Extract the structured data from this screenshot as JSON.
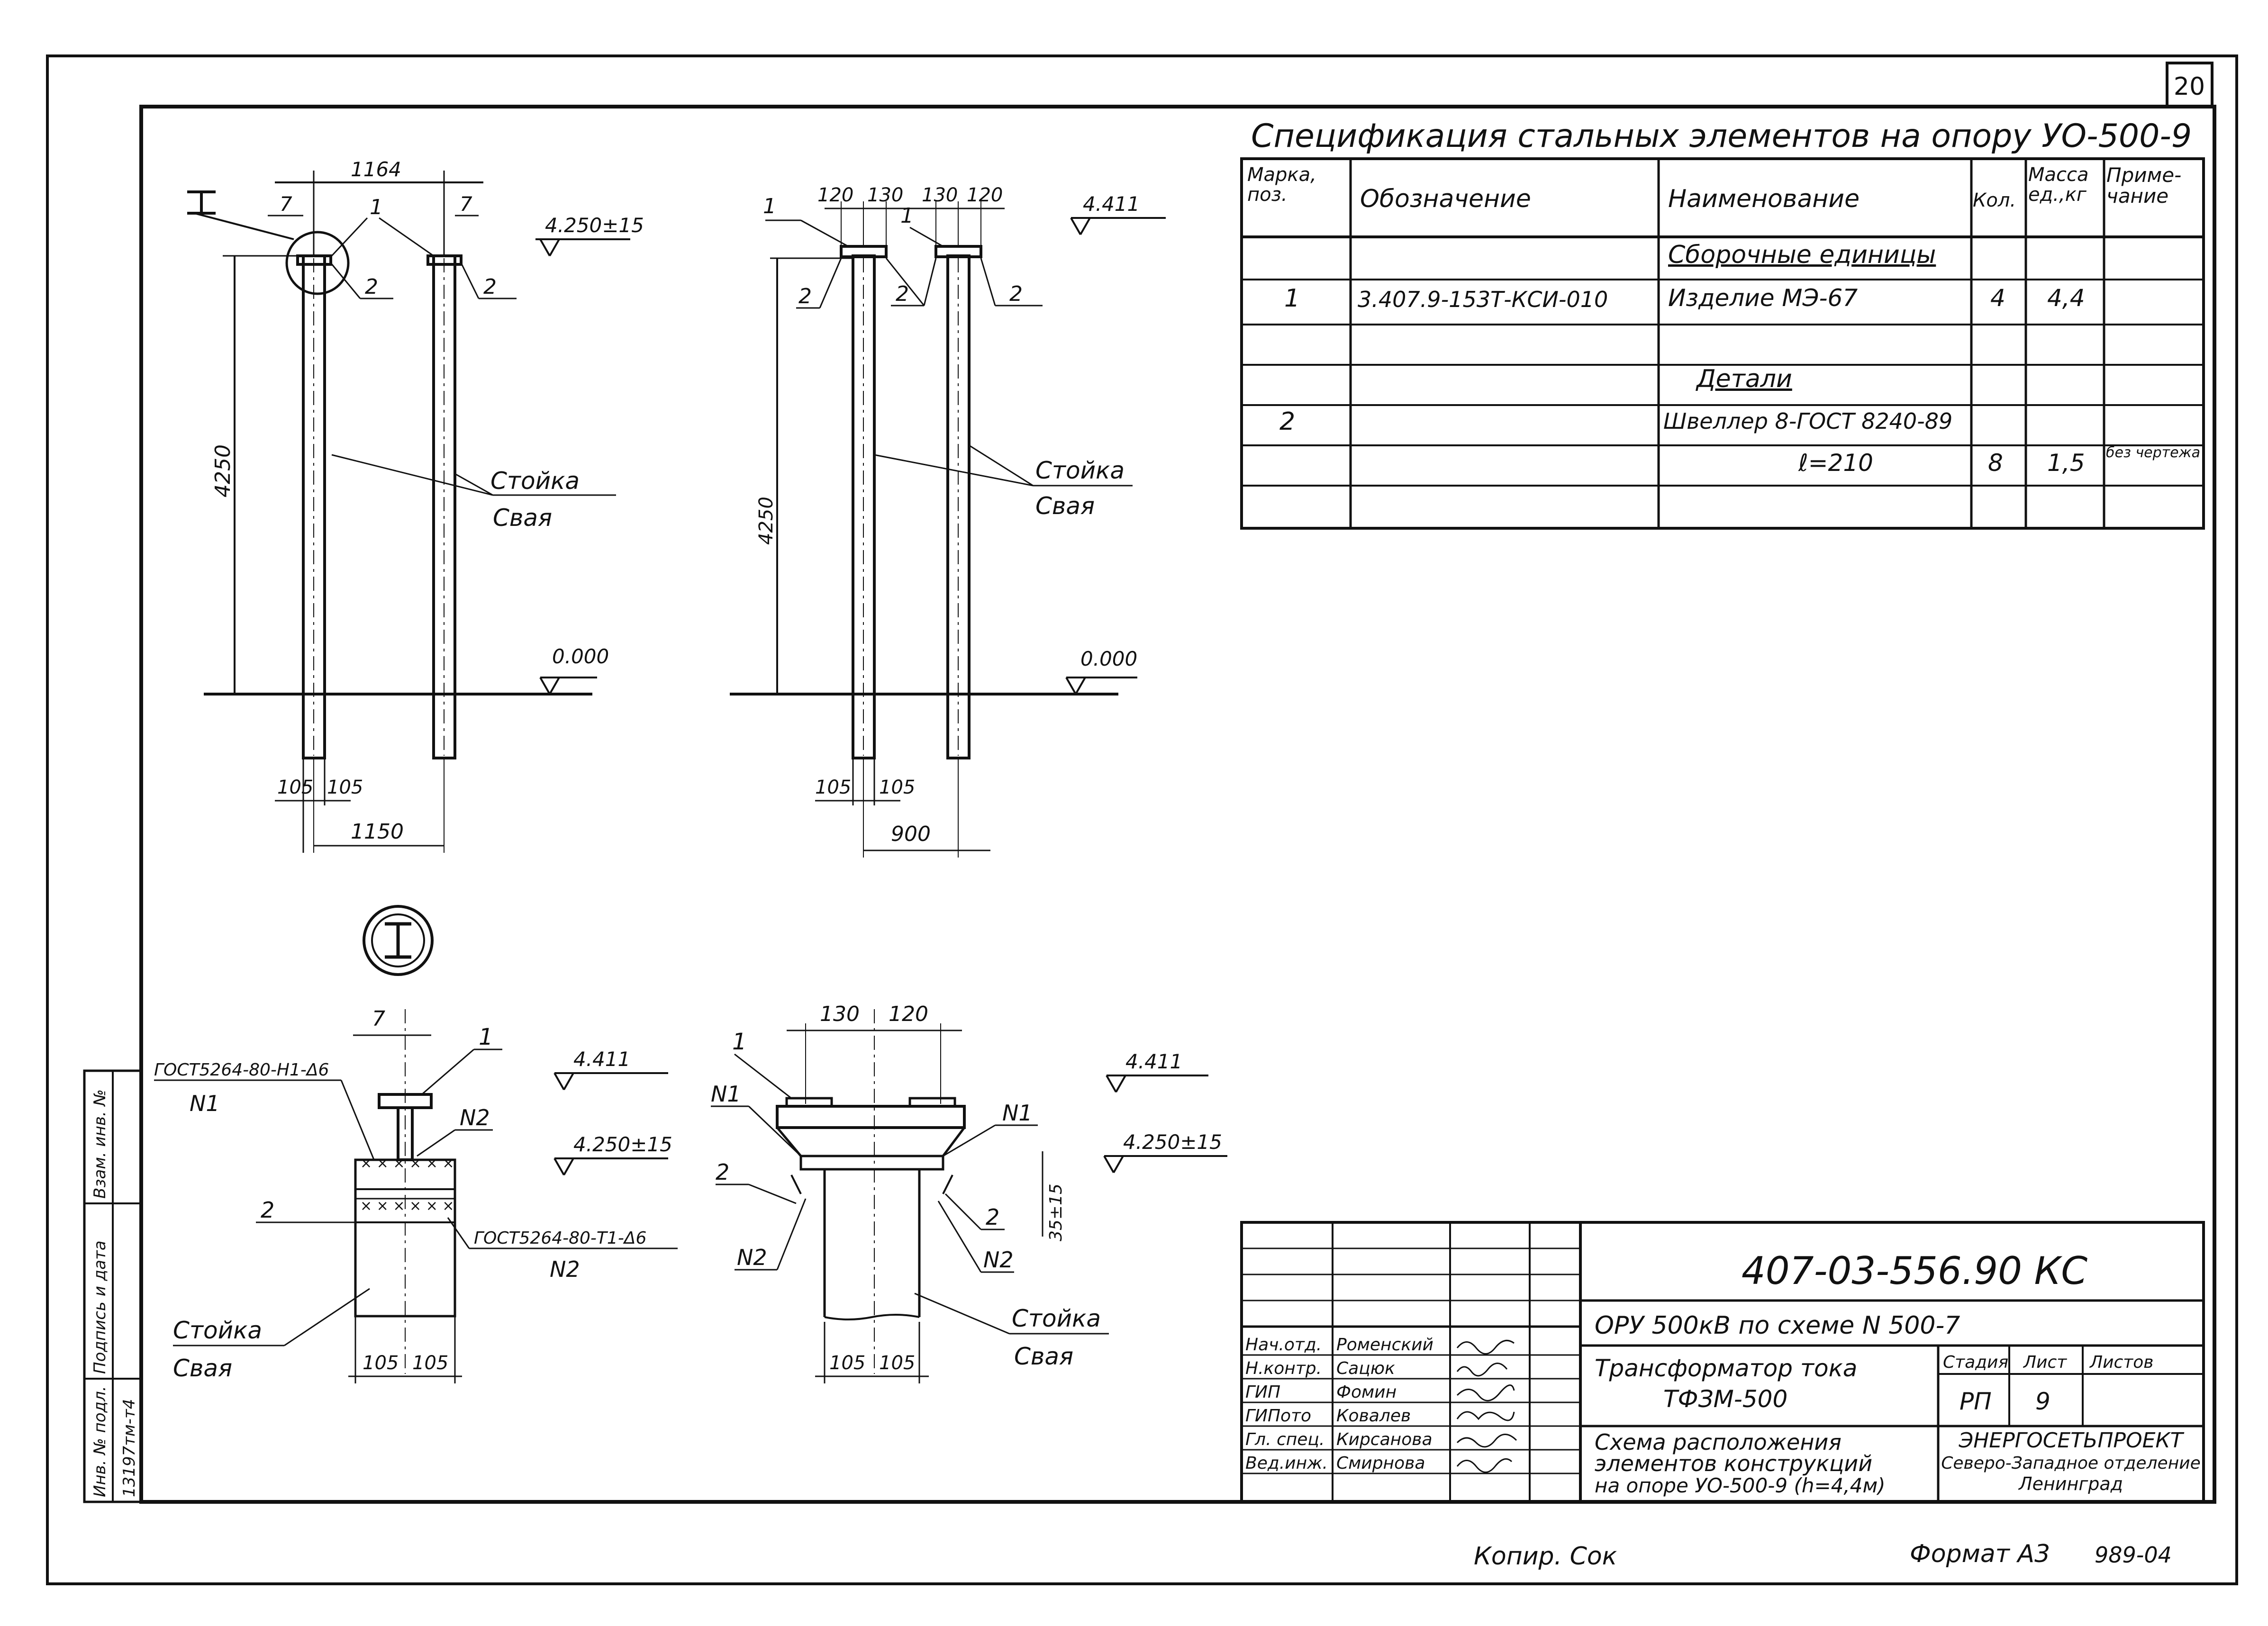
{
  "sheet_number": "20",
  "spec": {
    "title": "Спецификация стальных элементов на опору УО-500-9",
    "headers": {
      "mark": "Марка, поз.",
      "designation": "Обозначение",
      "name": "Наименование",
      "qty": "Кол.",
      "mass": "Масса ед.,кг",
      "note": "Приме- чание"
    },
    "section_assemblies": "Сборочные единицы",
    "row1": {
      "mark": "1",
      "designation": "3.407.9-153Т-КСИ-010",
      "name": "Изделие МЭ-67",
      "qty": "4",
      "mass": "4,4"
    },
    "section_details": "Детали",
    "row2": {
      "mark": "2",
      "name": "Швеллер 8-ГОСТ 8240-89",
      "length": "ℓ=210",
      "qty": "8",
      "mass": "1,5",
      "note": "без чертежа"
    }
  },
  "view_a": {
    "section_mark": "I",
    "dim_top": "1164",
    "dim_left_gap": "7",
    "dim_right_gap": "7",
    "pos1": "1",
    "pos2a": "2",
    "pos2b": "2",
    "level_top": "4.250±15",
    "dim_height": "4250",
    "label_post": "Стойка",
    "label_pile": "Свая",
    "level_ground": "0.000",
    "dim_w1": "105",
    "dim_w2": "105",
    "dim_spacing": "1150"
  },
  "view_b": {
    "dim_a": "120",
    "dim_b": "130",
    "dim_c": "130",
    "dim_d": "120",
    "pos1a": "1",
    "pos1b": "1",
    "pos2a": "2",
    "pos2b": "2",
    "pos2c": "2",
    "level_top": "4.411",
    "dim_height": "4250",
    "label_post": "Стойка",
    "label_pile": "Свая",
    "level_ground": "0.000",
    "dim_w1": "105",
    "dim_w2": "105",
    "dim_spacing": "900"
  },
  "detail_mark": "I",
  "detail_a": {
    "dim_top": "7",
    "pos1": "1",
    "weld1": "ГОСТ5264-80-Н1-Δ6",
    "n1": "N1",
    "n2_top": "N2",
    "level_top": "4.411",
    "level_mid": "4.250±15",
    "pos2": "2",
    "weld2": "ГОСТ5264-80-Т1-Δ6",
    "n2_bottom": "N2",
    "label_post": "Стойка",
    "label_pile": "Свая",
    "dim_w1": "105",
    "dim_w2": "105"
  },
  "detail_b": {
    "dim_a": "130",
    "dim_b": "120",
    "pos1": "1",
    "n1_left": "N1",
    "n1_right": "N1",
    "level_top": "4.411",
    "level_mid": "4.250±15",
    "pos2_left": "2",
    "pos2_right": "2",
    "dim_vert": "35±15",
    "n2_left": "N2",
    "n2_right": "N2",
    "label_post": "Стойка",
    "label_pile": "Свая",
    "dim_w1": "105",
    "dim_w2": "105"
  },
  "side_stamp": {
    "inv_subst": "Взам. инв. №",
    "sign_date": "Подпись и дата",
    "inv_orig": "Инв. № подл.",
    "inv_value": "13197тм-т4"
  },
  "title_block": {
    "code": "407-03-556.90 КС",
    "project": "ОРУ 500кВ по схеме N 500-7",
    "object_line1": "Трансформатор тока",
    "object_line2": "ТФЗМ-500",
    "sheet_title_line1": "Схема расположения",
    "sheet_title_line2": "элементов конструкций",
    "sheet_title_line3": "на опоре УО-500-9 (h=4,4м)",
    "stage_label": "Стадия",
    "sheet_label": "Лист",
    "sheets_label": "Листов",
    "stage_value": "РП",
    "sheet_value": "9",
    "org_line1": "ЭНЕРГОСЕТЬПРОЕКТ",
    "org_line2": "Северо-Западное отделение",
    "org_line3": "Ленинград",
    "people": [
      {
        "role": "Нач.отд.",
        "name": "Роменский"
      },
      {
        "role": "Н.контр.",
        "name": "Сацюк"
      },
      {
        "role": "ГИП",
        "name": "Фомин"
      },
      {
        "role": "ГИПото",
        "name": "Ковалев"
      },
      {
        "role": "Гл. спец.",
        "name": "Кирсанова"
      },
      {
        "role": "Вед.инж.",
        "name": "Смирнова"
      }
    ]
  },
  "footer": {
    "copy": "Копир. Сок",
    "format": "Формат А3",
    "num": "989-04"
  }
}
